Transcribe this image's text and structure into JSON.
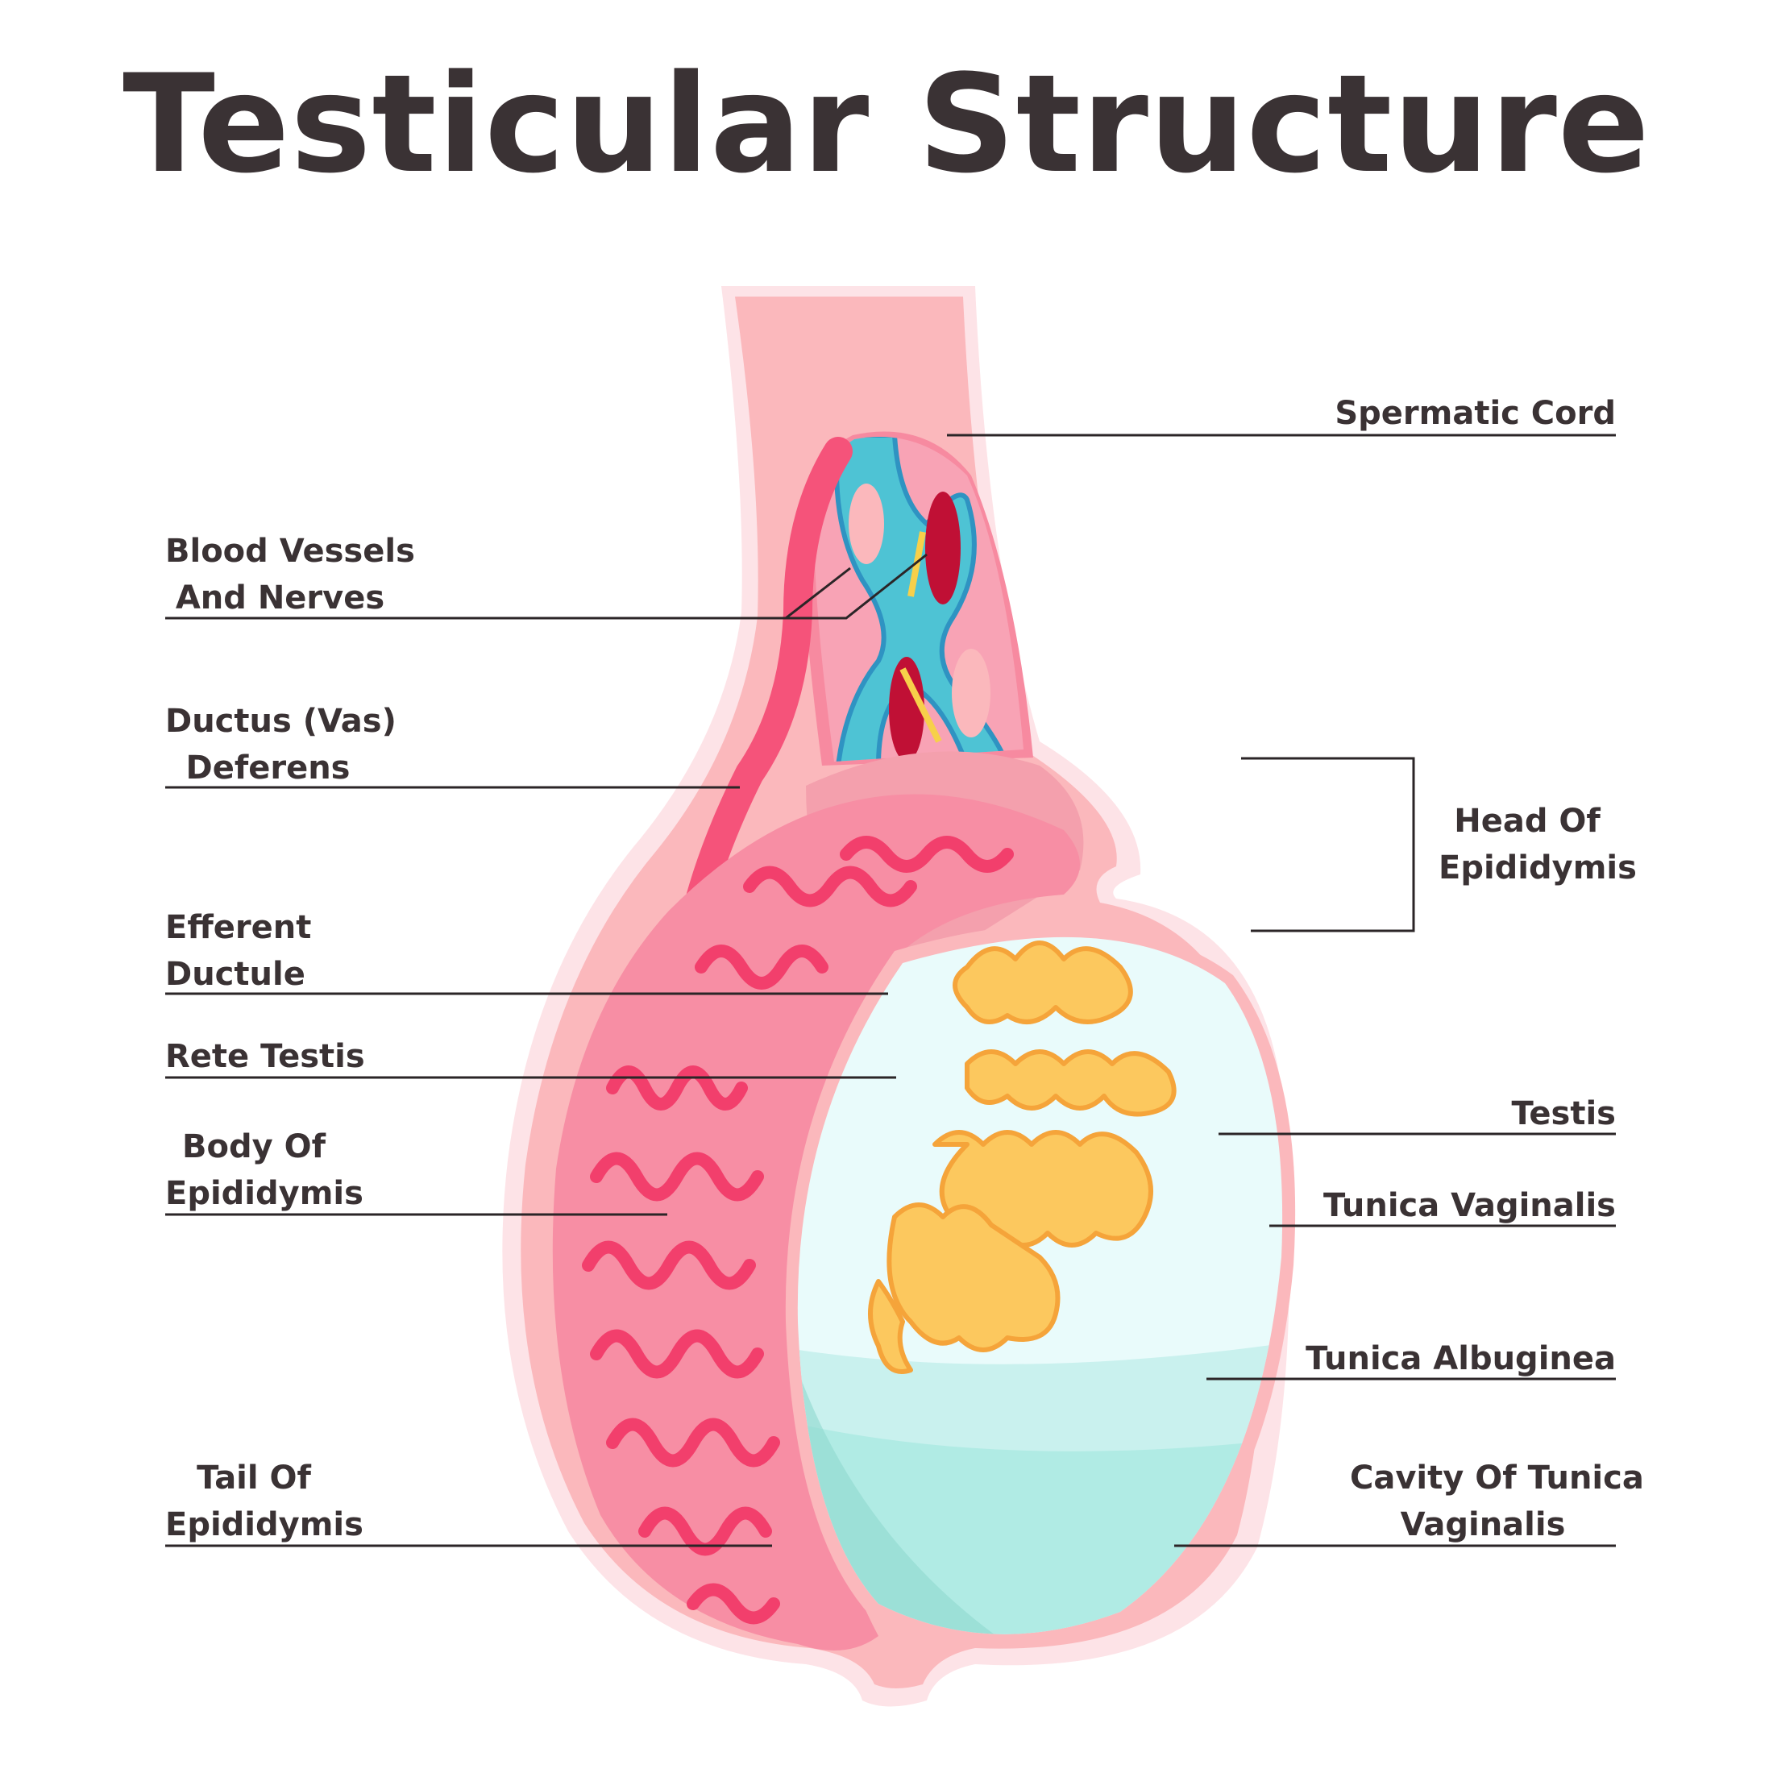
{
  "title": "Testicular Structure",
  "labels": {
    "spermatic_cord": "Spermatic Cord",
    "blood_vessels": [
      "Blood Vessels",
      "And Nerves"
    ],
    "ductus_deferens": [
      "Ductus (Vas)",
      "Deferens"
    ],
    "head_of_epididymis": [
      "Head Of",
      "Epididymis"
    ],
    "efferent_ductule": [
      "Efferent",
      "Ductule"
    ],
    "rete_testis": "Rete Testis",
    "testis": "Testis",
    "body_of_epididymis": [
      "Body Of",
      "Epididymis"
    ],
    "tunica_vaginalis": "Tunica Vaginalis",
    "tunica_albuginea": "Tunica Albuginea",
    "tail_of_epididymis": [
      "Tail Of",
      "Epididymis"
    ],
    "cavity_of_tunica_vaginalis": [
      "Cavity Of Tunica",
      "Vaginalis"
    ]
  }
}
